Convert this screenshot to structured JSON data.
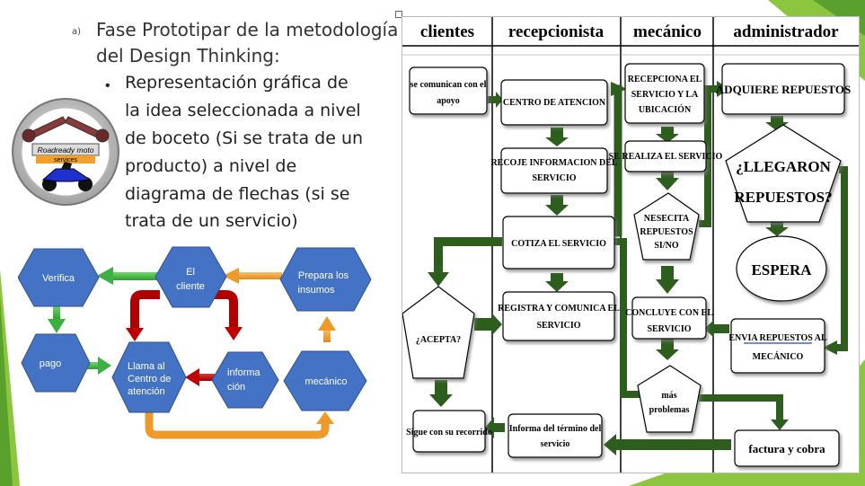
{
  "slide": {
    "marker": "a)",
    "title_line1": "Fase Prototipar de la metodología",
    "title_line2": "del Design Thinking:",
    "bullet_lines": [
      "Representación gráfica de",
      "la idea seleccionada a nivel",
      "de boceto (Si se trata de un",
      "producto) a nivel de",
      "diagrama de flechas (si se",
      "trata de un servicio)"
    ]
  },
  "logo": {
    "text": "Roadready moto",
    "subtext": "services"
  },
  "hex_diagram": {
    "nodes": {
      "verifica": "Verifica",
      "cliente_1": "El",
      "cliente_2": "cliente",
      "prepara_1": "Prepara los",
      "prepara_2": "insumos",
      "pago": "pago",
      "llama_1": "Llama al",
      "llama_2": "Centro de",
      "llama_3": "atención",
      "informacion_1": "informa",
      "informacion_2": "ción",
      "mecanico": "mecánico"
    },
    "colors": {
      "hex_fill": "#4472c4",
      "green_arrow": "#3cb043",
      "red_arrow": "#c00000",
      "orange_arrow": "#ed9a2a"
    }
  },
  "flowchart": {
    "columns": [
      "clientes",
      "recepcionista",
      "mecánico",
      "administrador"
    ],
    "boxes": {
      "clientes_contacto_1": "se comunican con el",
      "clientes_contacto_2": "apoyo",
      "centro_atencion": "CENTRO DE ATENCION",
      "recoge_1": "RECOJE INFORMACION DEL",
      "recoge_2": "SERVICIO",
      "cotiza": "COTIZA EL SERVICIO",
      "registra_1": "REGISTRA Y COMUNICA EL",
      "registra_2": "SERVICIO",
      "acepta": "¿ACEPTA?",
      "sigue": "Sigue con su recorrido",
      "informa_1": "Informa del término del",
      "informa_2": "servicio",
      "recepciona_1": "RECEPCIONA EL",
      "recepciona_2": "SERVICIO Y LA",
      "recepciona_3": "UBICACIÓN",
      "realiza": "SE REALIZA EL SERVICIO",
      "necesita_1": "NESECITA",
      "necesita_2": "REPUESTOS",
      "necesita_3": "SI/NO",
      "concluye_1": "CONCLUYE CON EL",
      "concluye_2": "SERVICIO",
      "mas_1": "más",
      "mas_2": "problemas",
      "adquiere": "ADQUIERE REPUESTOS",
      "llegaron_1": "¿LLEGARON",
      "llegaron_2": "REPUESTOS?",
      "espera": "ESPERA",
      "envia_1": "ENVIA  REPUESTOS AL",
      "envia_2": "MECÁNICO",
      "factura": "factura y cobra"
    },
    "colors": {
      "arrow": "#2e5e1e",
      "arrow_light": "#3f7a2a"
    }
  }
}
